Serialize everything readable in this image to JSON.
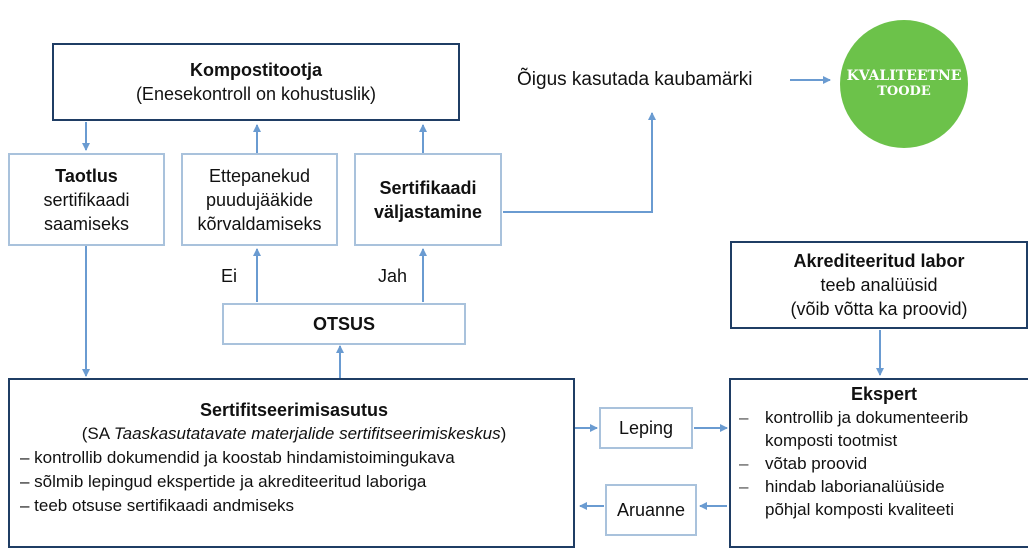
{
  "producer": {
    "title": "Kompostitootja",
    "subtitle": "(Enesekontroll on kohustuslik)"
  },
  "application": {
    "title": "Taotlus",
    "line1": "sertifikaadi",
    "line2": "saamiseks"
  },
  "proposals": {
    "line1": "Ettepanekud",
    "line2": "puudujääkide",
    "line3": "kõrvaldamiseks"
  },
  "certificate": {
    "line1": "Sertifikaadi",
    "line2": "väljastamine"
  },
  "decision": {
    "title": "OTSUS",
    "no_label": "Ei",
    "yes_label": "Jah"
  },
  "trademark": {
    "text": "Õigus kasutada kaubamärki"
  },
  "logo": {
    "line1": "KVALITEETNE",
    "line2": "TOODE",
    "color": "#6cc24a"
  },
  "lab": {
    "title": "Akrediteeritud labor",
    "line1": "teeb analüüsid",
    "line2": "(võib võtta ka proovid)"
  },
  "cert_body": {
    "title": "Sertifitseerimisasutus",
    "subtitle_prefix": "(SA ",
    "subtitle_italic": "Taaskasutatavate materjalide sertifitseerimiskeskus",
    "subtitle_suffix": ")",
    "items": [
      "– kontrollib dokumendid ja koostab hindamistoimingukava",
      "– sõlmib lepingud ekspertide ja akrediteeritud laboriga",
      "– teeb otsuse sertifikaadi andmiseks"
    ]
  },
  "contract": {
    "label": "Leping"
  },
  "report": {
    "label": "Aruanne"
  },
  "expert": {
    "title": "Ekspert",
    "lines": [
      {
        "dash": "–",
        "text": "kontrollib ja dokumenteerib"
      },
      {
        "dash": "",
        "text": "komposti tootmist"
      },
      {
        "dash": "–",
        "text": "võtab proovid"
      },
      {
        "dash": "–",
        "text": "hindab laborianalüüside"
      },
      {
        "dash": "",
        "text": "põhjal komposti kvaliteeti"
      }
    ]
  },
  "colors": {
    "box_dark": "#1f3d64",
    "box_light": "#a9c2dc",
    "arrow": "#6a9bd1"
  }
}
